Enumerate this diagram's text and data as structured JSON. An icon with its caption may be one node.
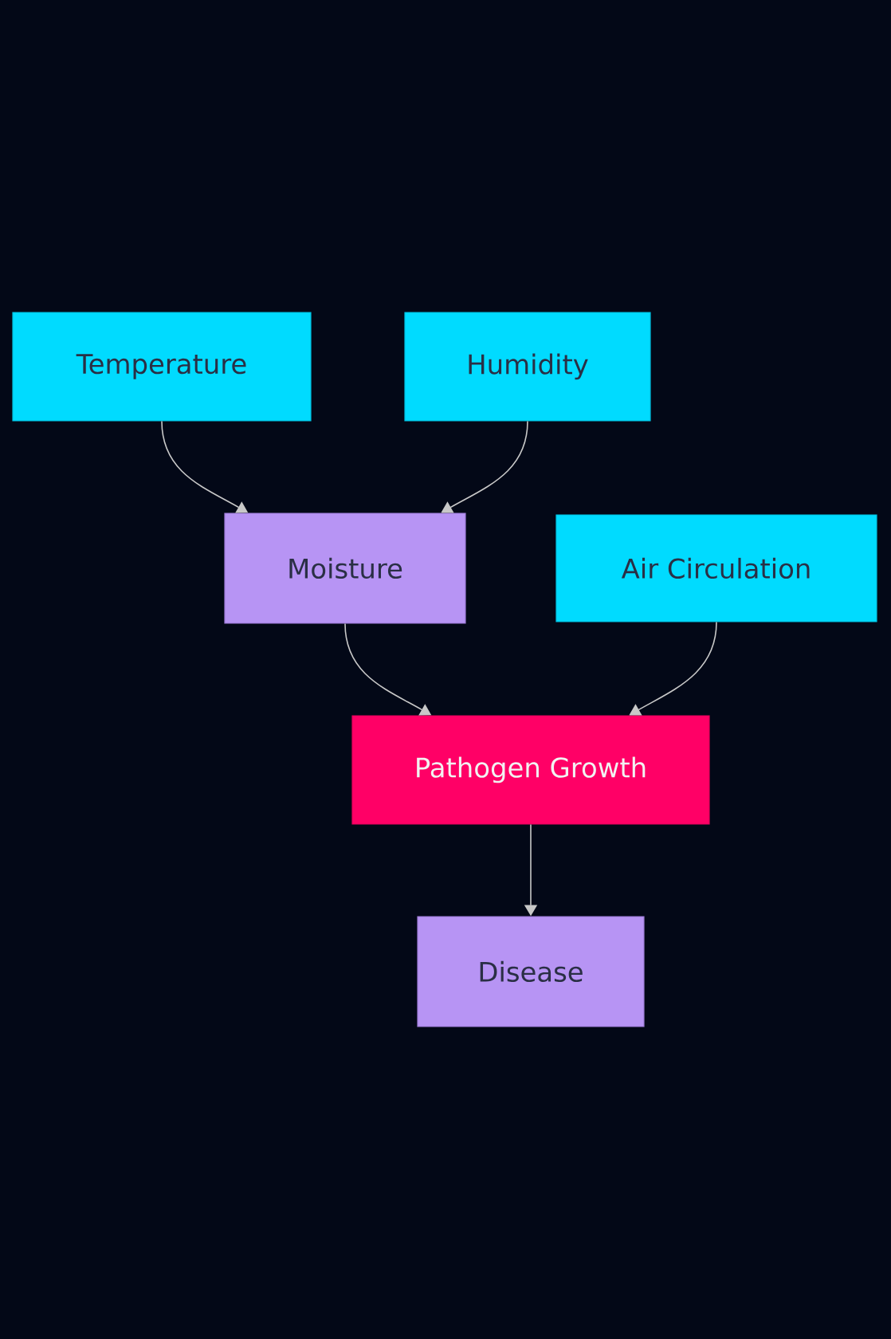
{
  "diagram": {
    "nodes": [
      {
        "text": [
          "Temperature"
        ]
      },
      {
        "text": [
          "Humidity"
        ]
      },
      {
        "text": [
          "Moisture"
        ]
      },
      {
        "text": [
          "Air Circulation"
        ]
      },
      {
        "text": [
          "Pathogen Growth"
        ]
      },
      {
        "text": [
          "Disease"
        ]
      }
    ],
    "edges": [
      {
        "from": 0,
        "to": 2,
        "arrow": "to"
      },
      {
        "from": 1,
        "to": 2,
        "arrow": "to"
      },
      {
        "from": 2,
        "to": 4,
        "arrow": "to"
      },
      {
        "from": 3,
        "to": 4,
        "arrow": "to"
      },
      {
        "from": 4,
        "to": 5,
        "arrow": "to"
      }
    ]
  }
}
